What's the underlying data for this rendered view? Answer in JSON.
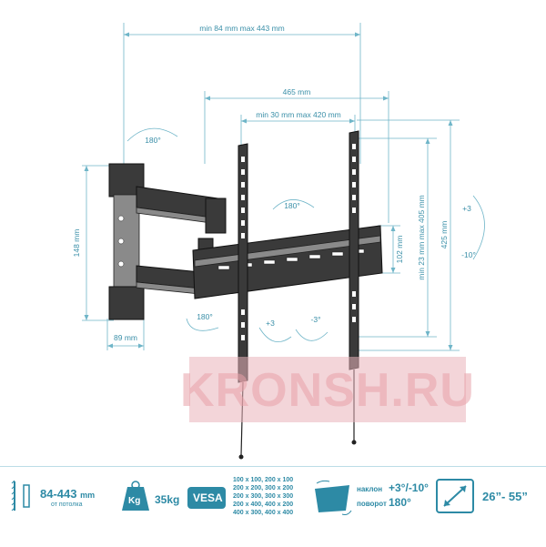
{
  "dimensions": {
    "wall_distance": "min 84 mm max 443 mm",
    "total_width": "465 mm",
    "vesa_h": "min 30 mm max 420 mm",
    "arm_height": "148 mm",
    "arm_depth": "89 mm",
    "rail_height": "102 mm",
    "vesa_v": "min 23 mm max 405 mm",
    "plate_height": "425 mm",
    "rot_top": "180°",
    "rot_center": "180°",
    "rot_bottom": "180°",
    "tilt_plus_left": "+3",
    "tilt_minus_left": "-3°",
    "tilt_plus_right": "+3",
    "tilt_minus_right": "-10°"
  },
  "watermark": "KRONSH.RU",
  "specs": {
    "distance_value": "84-443",
    "distance_unit": "mm",
    "distance_note": "от потолка",
    "weight_icon_label": "Kg",
    "weight_value": "35kg",
    "vesa_label": "VESA",
    "vesa_patterns": [
      "100 x 100, 200 x 100",
      "200 x 200, 300 x 200",
      "200 x 300, 300 x 300",
      "200 x 400, 400 x 200",
      "400 x 300, 400 x 400"
    ],
    "tilt_label": "наклон",
    "tilt_value": "+3°/-10°",
    "swivel_label": "поворот",
    "swivel_value": "180°",
    "screen_size": "26”- 55”"
  }
}
